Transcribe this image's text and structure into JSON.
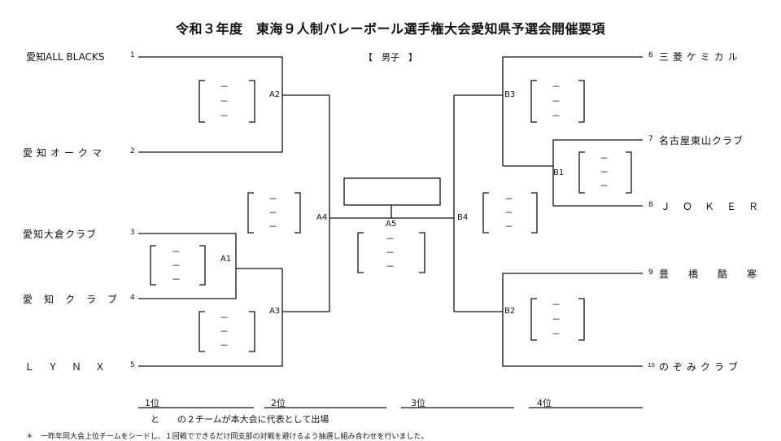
{
  "title": "令和３年度　東海９人制バレーボール選手権大会愛知県予選会開催要項",
  "division": "【　男子　】",
  "left_teams": [
    {
      "seed": "1",
      "name": "愛知ALL BLACKS"
    },
    {
      "seed": "2",
      "name": "愛知オークマ"
    },
    {
      "seed": "3",
      "name": "愛知大倉クラブ"
    },
    {
      "seed": "4",
      "name": "愛知クラブ"
    },
    {
      "seed": "5",
      "name": "ＬＹＮＸ"
    }
  ],
  "right_teams": [
    {
      "seed": "6",
      "name": "三菱ケミカル"
    },
    {
      "seed": "7",
      "name": "名古屋東山クラブ"
    },
    {
      "seed": "8",
      "name": "ＪＯＫＥＲ"
    },
    {
      "seed": "9",
      "name": "豊橋酷寒"
    },
    {
      "seed": "10",
      "name": "のぞみクラブ"
    }
  ],
  "matches": {
    "a1": "A1",
    "a2": "A2",
    "a3": "A3",
    "a4": "A4",
    "a5": "A5",
    "b1": "B1",
    "b2": "B2",
    "b3": "B3",
    "b4": "B4"
  },
  "score_dash": "－",
  "ranks": [
    "1位",
    "2位",
    "3位",
    "4位"
  ],
  "result_note": "と　　の２チームが本大会に代表として出場",
  "footnote": "＊　一昨年同大会上位チームをシードし、１回戦でできるだけ同支部の対戦を避けるよう抽選し組み合わせを行いました。"
}
